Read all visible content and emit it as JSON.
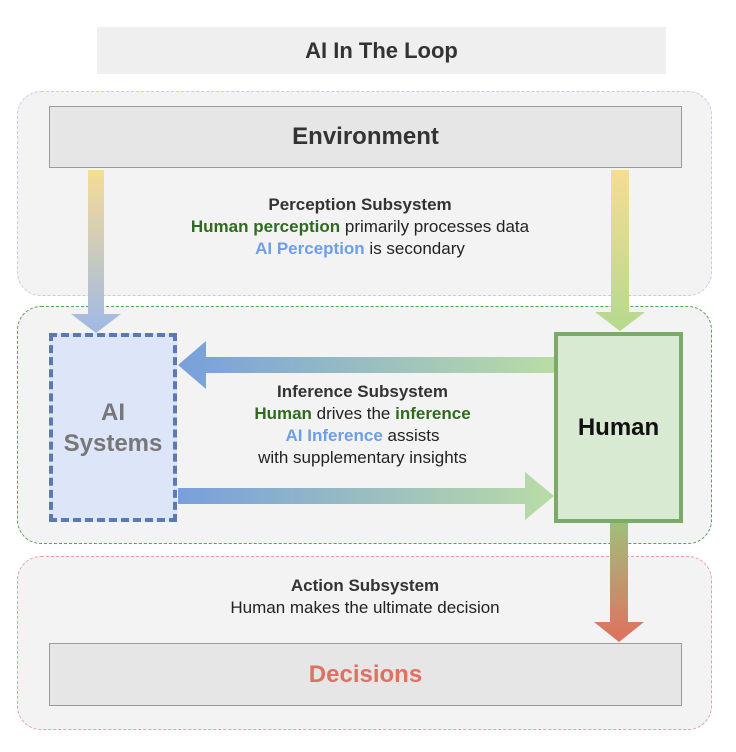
{
  "title": "AI In The Loop",
  "environment_label": "Environment",
  "decisions_label": "Decisions",
  "ai_systems": {
    "line1": "AI",
    "line2": "Systems"
  },
  "human_label": "Human",
  "perception": {
    "heading": "Perception Subsystem",
    "line1_highlight": "Human perception",
    "line1_rest": " primarily processes data",
    "line2_highlight": "AI Perception",
    "line2_rest": " is secondary"
  },
  "inference": {
    "heading": "Inference Subsystem",
    "line1_highlight": "Human",
    "line1_middle": " drives the ",
    "line1_highlight2": "inference",
    "line2_highlight": "AI Inference",
    "line2_rest": " assists",
    "line3": "with supplementary insights"
  },
  "action": {
    "heading": "Action Subsystem",
    "line1": "Human makes the ultimate decision"
  },
  "colors": {
    "human_green": "#2e6b1f",
    "ai_blue": "#6d9ee8",
    "decision_red": "#e07060",
    "human_box_fill": "#d9ead3",
    "ai_box_fill": "#dce6f8"
  }
}
